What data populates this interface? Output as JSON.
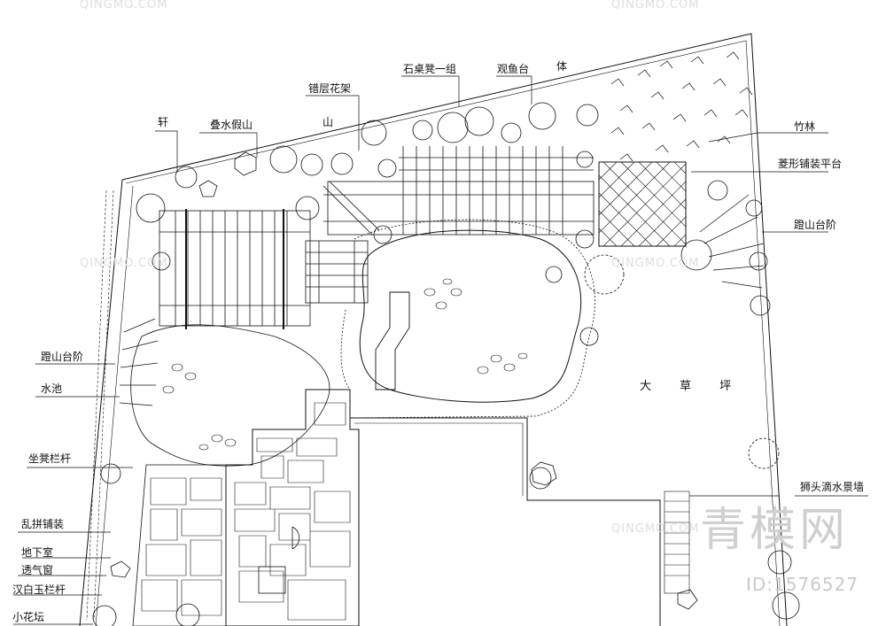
{
  "labels": {
    "xuan": "轩",
    "dieshui": "叠水假山",
    "cuoceng": "错层花架",
    "shan": "山",
    "shizhuo": "石桌凳一组",
    "guanyu": "观鱼台",
    "ti": "体",
    "zhulin": "竹林",
    "lingxing": "菱形铺装平台",
    "dengshan_right": "蹬山台阶",
    "dengshan_left": "蹬山台阶",
    "shuichi": "水池",
    "zuodeng": "坐凳栏杆",
    "luanpin": "乱拼铺装",
    "dixiashi": "地下室",
    "touqichuang": "透气窗",
    "hanbaiyu": "汉白玉栏杆",
    "xiaohuatan": "小花坛",
    "shitou": "狮头滴水景墙",
    "dacaoping": "大 草 坪"
  },
  "watermark": {
    "big": "青模网",
    "id": "ID:1576527",
    "small": "QINGMO.COM"
  }
}
